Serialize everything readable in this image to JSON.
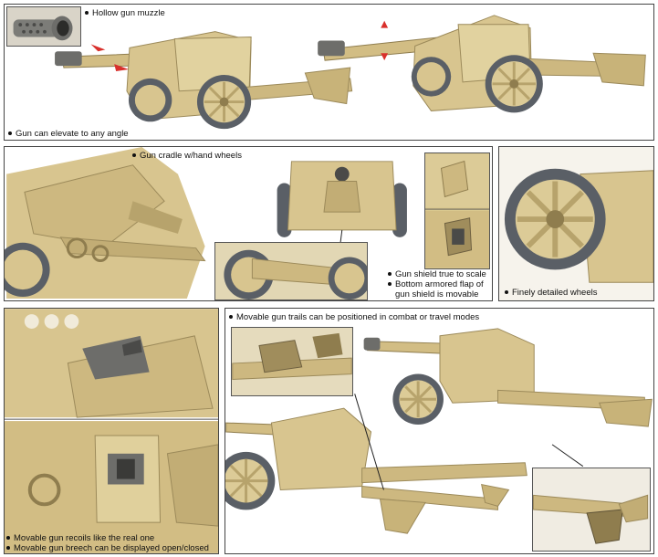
{
  "captions": {
    "muzzle": "Hollow gun muzzle",
    "elevate": "Gun can elevate to any angle",
    "cradle": "Gun cradle w/hand wheels",
    "shield_1": "Gun shield true to scale",
    "shield_2": "Bottom armored flap of",
    "shield_3": "gun shield is movable",
    "wheels": "Finely detailed wheels",
    "trails": "Movable gun trails can be positioned in combat or travel modes",
    "recoil": "Movable gun recoils like the real one",
    "breech": "Movable gun breech can be displayed open/closed"
  },
  "colors": {
    "tan": "#d8c58f",
    "tan_dark": "#b7a36c",
    "tan_light": "#e8dcb0",
    "tire": "#5a5f66",
    "metal": "#7c7c78",
    "arrow": "#d9302c"
  }
}
